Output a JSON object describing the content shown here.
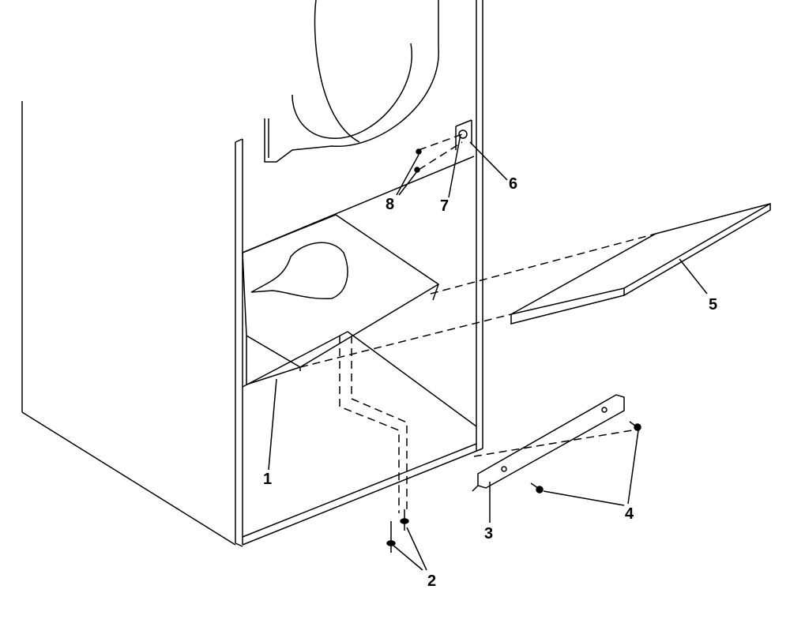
{
  "diagram": {
    "type": "exploded parts diagram",
    "callouts": [
      {
        "id": "1",
        "label": "1"
      },
      {
        "id": "2",
        "label": "2"
      },
      {
        "id": "3",
        "label": "3"
      },
      {
        "id": "4",
        "label": "4"
      },
      {
        "id": "5",
        "label": "5"
      },
      {
        "id": "6",
        "label": "6"
      },
      {
        "id": "7",
        "label": "7"
      },
      {
        "id": "8",
        "label": "8"
      }
    ]
  }
}
